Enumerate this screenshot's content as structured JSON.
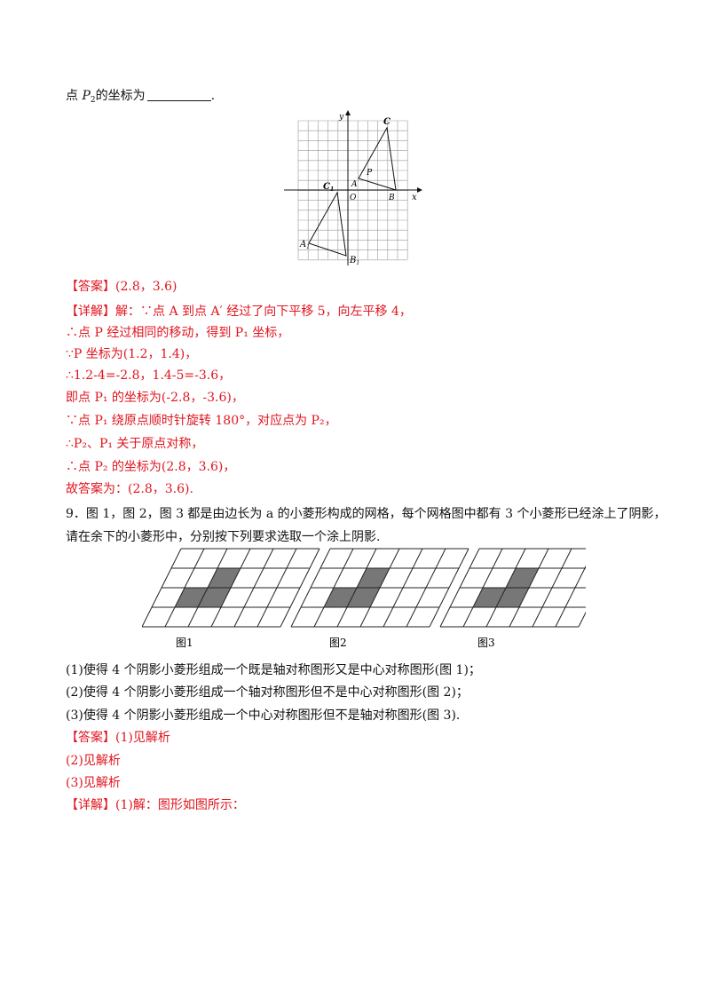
{
  "top_text": {
    "prefix": "点 ",
    "p": "P",
    "sub": "2",
    "mid": "的坐标为",
    "end": "."
  },
  "coord_labels": {
    "y": "y",
    "x": "x",
    "O": "O",
    "A": "A",
    "B": "B",
    "C": "C",
    "P": "P",
    "C1": "C",
    "C1_sub": "1",
    "A1": "A",
    "A1_sub": "1",
    "B1": "B",
    "B1_sub": "1"
  },
  "answer8": "【答案】(2.8，3.6)",
  "detail_lines": [
    "【详解】解：∵点 A 到点 A′ 经过了向下平移 5，向左平移 4，",
    "∴点 P 经过相同的移动，得到 P₁ 坐标，",
    "∵P 坐标为(1.2，1.4)，",
    "∴1.2-4=-2.8，1.4-5=-3.6，",
    "即点 P₁ 的坐标为(-2.8，-3.6)，",
    "∵点 P₁ 绕原点顺时针旋转 180°，对应点为 P₂，",
    "∴P₂、P₁ 关于原点对称，",
    "∴点 P₂ 的坐标为(2.8，3.6)，",
    "故答案为：(2.8，3.6)."
  ],
  "q9_lines": [
    "9．图 1，图 2，图 3 都是由边长为 a 的小菱形构成的网格，每个网格图中都有 3 个小菱形已经涂上了阴影，",
    "请在余下的小菱形中，分别按下列要求选取一个涂上阴影."
  ],
  "fig_labels": [
    "图1",
    "图2",
    "图3"
  ],
  "requirements": [
    "(1)使得 4 个阴影小菱形组成一个既是轴对称图形又是中心对称图形(图 1)；",
    "(2)使得 4 个阴影小菱形组成一个轴对称图形但不是中心对称图形(图 2)；",
    "(3)使得 4 个阴影小菱形组成一个中心对称图形但不是轴对称图形(图 3)."
  ],
  "answer9": [
    "【答案】(1)见解析",
    "(2)见解析",
    "(3)见解析"
  ],
  "detail9": "【详解】(1)解：图形如图所示："
}
